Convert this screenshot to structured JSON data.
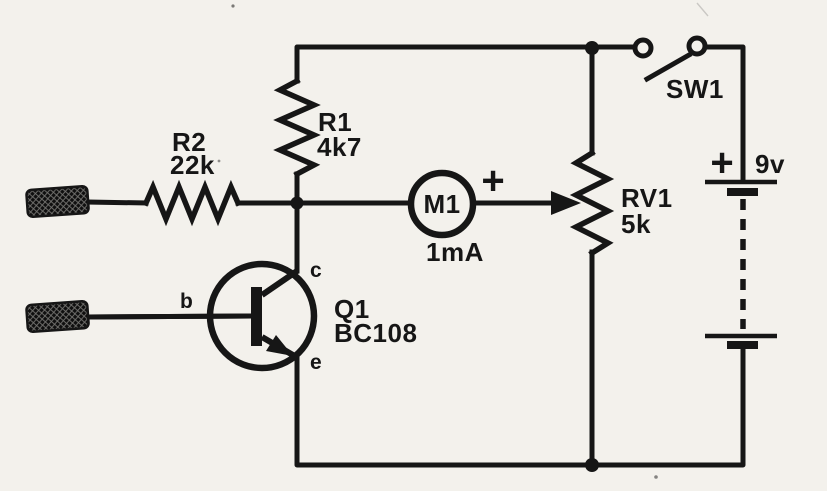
{
  "colors": {
    "ink": "#161616",
    "paper": "#f3f1ec"
  },
  "components": {
    "r1": {
      "ref": "R1",
      "value": "4k7"
    },
    "r2": {
      "ref": "R2",
      "value": "22k"
    },
    "rv1": {
      "ref": "RV1",
      "value": "5k"
    },
    "m1": {
      "ref": "M1",
      "value": "1mA",
      "polarity": "+"
    },
    "sw1": {
      "ref": "SW1"
    },
    "battery": {
      "voltage": "9v",
      "polarity": "+"
    },
    "q1": {
      "ref": "Q1",
      "value": "BC108",
      "pin_b": "b",
      "pin_c": "c",
      "pin_e": "e"
    }
  }
}
